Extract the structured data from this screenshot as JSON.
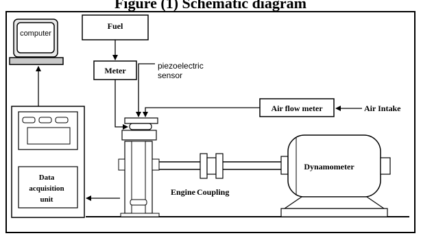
{
  "title": "Figure (1) Schematic diagram",
  "labels": {
    "computer": "computer",
    "fuel": "Fuel",
    "meter": "Meter",
    "piezo_line1": "piezoelectric",
    "piezo_line2": "sensor",
    "air_flow_meter": "Air flow meter",
    "air_intake": "Air Intake",
    "dynamometer": "Dynamometer",
    "daq_line1": "Data",
    "daq_line2": "acquisition",
    "daq_line3": "unit",
    "engine": "Engine",
    "coupling": "Coupling"
  }
}
